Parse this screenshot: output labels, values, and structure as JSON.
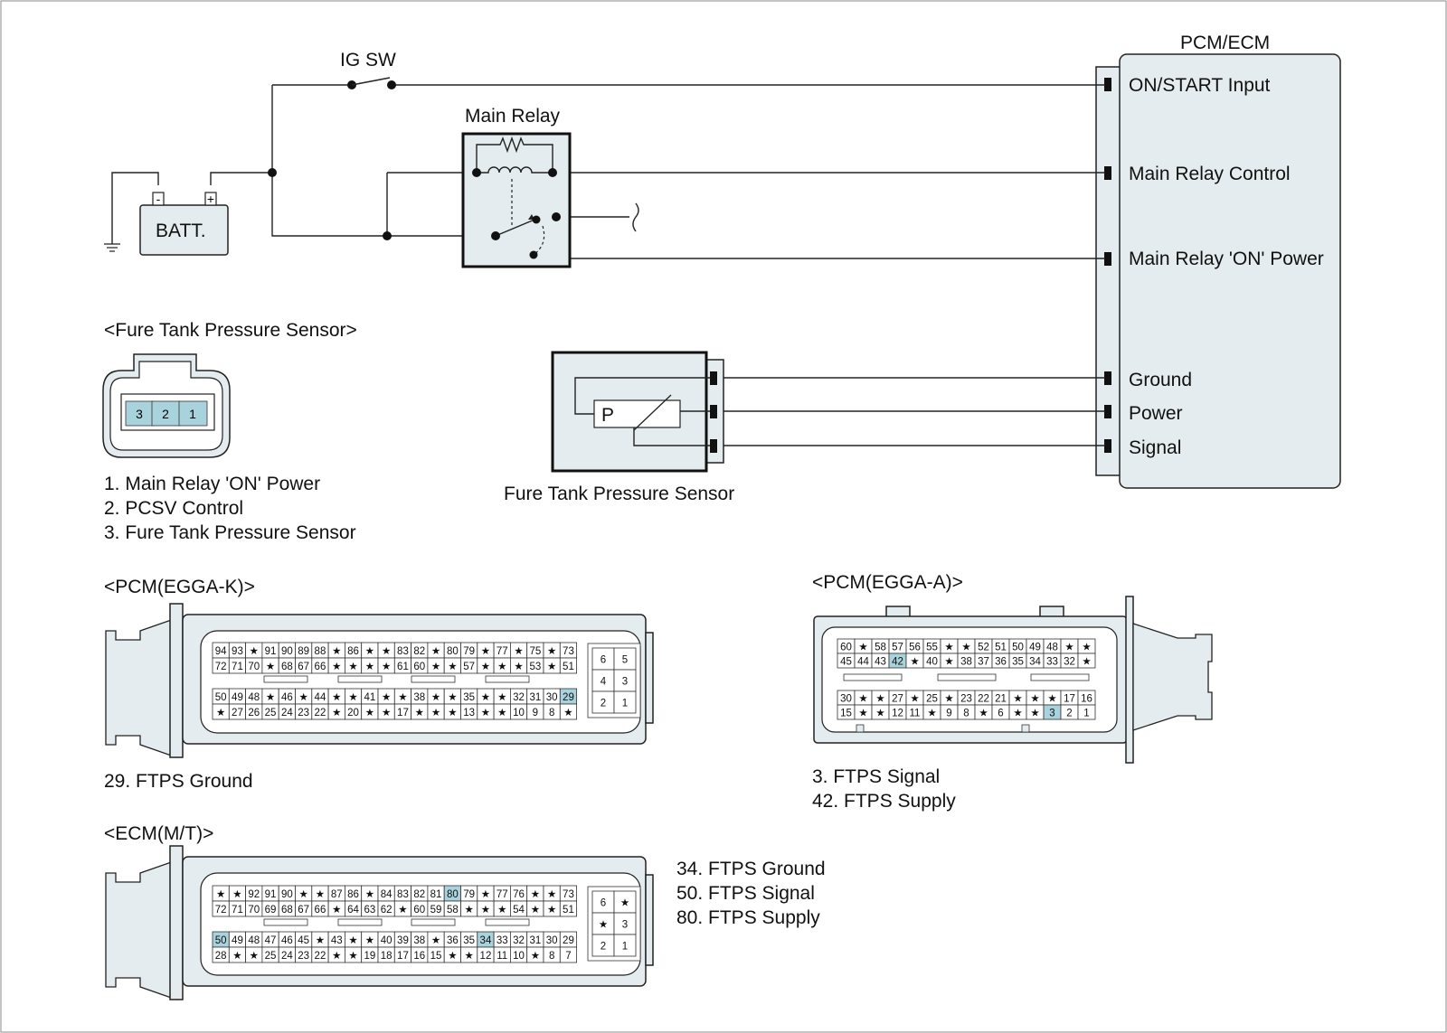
{
  "pcm_ecm": {
    "title": "PCM/ECM",
    "pins": [
      "ON/START Input",
      "Main Relay Control",
      "Main Relay 'ON' Power",
      "Ground",
      "Power",
      "Signal"
    ]
  },
  "ig_sw_label": "IG SW",
  "main_relay_label": "Main Relay",
  "battery": {
    "label": "BATT.",
    "minus": "-",
    "plus": "+"
  },
  "sensor": {
    "symbol": "P",
    "caption": "Fure Tank Pressure Sensor"
  },
  "sensor_connector": {
    "title": "<Fure Tank Pressure Sensor>",
    "pins": [
      "3",
      "2",
      "1"
    ],
    "legend": [
      "1. Main Relay 'ON' Power",
      "2. PCSV Control",
      "3. Fure Tank Pressure Sensor"
    ]
  },
  "egga_k": {
    "title": "<PCM(EGGA-K)>",
    "rows_top": [
      [
        "94",
        "93",
        "*",
        "91",
        "90",
        "89",
        "88",
        "*",
        "86",
        "*",
        "*",
        "83",
        "82",
        "*",
        "80",
        "79",
        "*",
        "77",
        "*",
        "75",
        "*",
        "73"
      ],
      [
        "72",
        "71",
        "70",
        "*",
        "68",
        "67",
        "66",
        "*",
        "*",
        "*",
        "*",
        "61",
        "60",
        "*",
        "*",
        "57",
        "*",
        "*",
        "*",
        "53",
        "*",
        "51"
      ]
    ],
    "rows_bottom": [
      [
        "50",
        "49",
        "48",
        "*",
        "46",
        "*",
        "44",
        "*",
        "*",
        "41",
        "*",
        "*",
        "38",
        "*",
        "*",
        "35",
        "*",
        "*",
        "32",
        "31",
        "30",
        "29"
      ],
      [
        "*",
        "27",
        "26",
        "25",
        "24",
        "23",
        "22",
        "*",
        "20",
        "*",
        "*",
        "17",
        "*",
        "*",
        "*",
        "13",
        "*",
        "*",
        "10",
        "9",
        "8",
        "*"
      ]
    ],
    "side": [
      [
        "6",
        "5"
      ],
      [
        "4",
        "3"
      ],
      [
        "2",
        "1"
      ]
    ],
    "highlight": [
      "29"
    ],
    "legend": [
      "29. FTPS Ground"
    ]
  },
  "egga_a": {
    "title": "<PCM(EGGA-A)>",
    "rows_top": [
      [
        "60",
        "*",
        "58",
        "57",
        "56",
        "55",
        "*",
        "*",
        "52",
        "51",
        "50",
        "49",
        "48",
        "*",
        "*"
      ],
      [
        "45",
        "44",
        "43",
        "42",
        "*",
        "40",
        "*",
        "38",
        "37",
        "36",
        "35",
        "34",
        "33",
        "32",
        "*"
      ]
    ],
    "rows_bottom": [
      [
        "30",
        "*",
        "*",
        "27",
        "*",
        "25",
        "*",
        "23",
        "22",
        "21",
        "*",
        "*",
        "*",
        "17",
        "16"
      ],
      [
        "15",
        "*",
        "*",
        "12",
        "11",
        "*",
        "9",
        "8",
        "*",
        "6",
        "*",
        "*",
        "3",
        "2",
        "1"
      ]
    ],
    "highlight": [
      "42",
      "3"
    ],
    "legend": [
      "3. FTPS Signal",
      "42. FTPS Supply"
    ]
  },
  "ecm_mt": {
    "title": "<ECM(M/T)>",
    "rows_top": [
      [
        "*",
        "*",
        "92",
        "91",
        "90",
        "*",
        "*",
        "87",
        "86",
        "*",
        "84",
        "83",
        "82",
        "81",
        "80",
        "79",
        "*",
        "77",
        "76",
        "*",
        "*",
        "73"
      ],
      [
        "72",
        "71",
        "70",
        "69",
        "68",
        "67",
        "66",
        "*",
        "64",
        "63",
        "62",
        "*",
        "60",
        "59",
        "58",
        "*",
        "*",
        "*",
        "54",
        "*",
        "*",
        "51"
      ]
    ],
    "rows_bottom": [
      [
        "50",
        "49",
        "48",
        "47",
        "46",
        "45",
        "*",
        "43",
        "*",
        "*",
        "40",
        "39",
        "38",
        "*",
        "36",
        "35",
        "34",
        "33",
        "32",
        "31",
        "30",
        "29"
      ],
      [
        "28",
        "*",
        "*",
        "25",
        "24",
        "23",
        "22",
        "*",
        "*",
        "19",
        "18",
        "17",
        "16",
        "15",
        "*",
        "*",
        "12",
        "11",
        "10",
        "*",
        "8",
        "7"
      ]
    ],
    "side": [
      [
        "6",
        "*"
      ],
      [
        "*",
        "3"
      ],
      [
        "2",
        "1"
      ]
    ],
    "highlight": [
      "80",
      "50",
      "34"
    ],
    "legend": [
      "34. FTPS Ground",
      "50. FTPS Signal",
      "80. FTPS Supply"
    ]
  },
  "colors": {
    "fill": "#e4ecef",
    "highlight": "#a9d3dc",
    "line": "#222222"
  }
}
